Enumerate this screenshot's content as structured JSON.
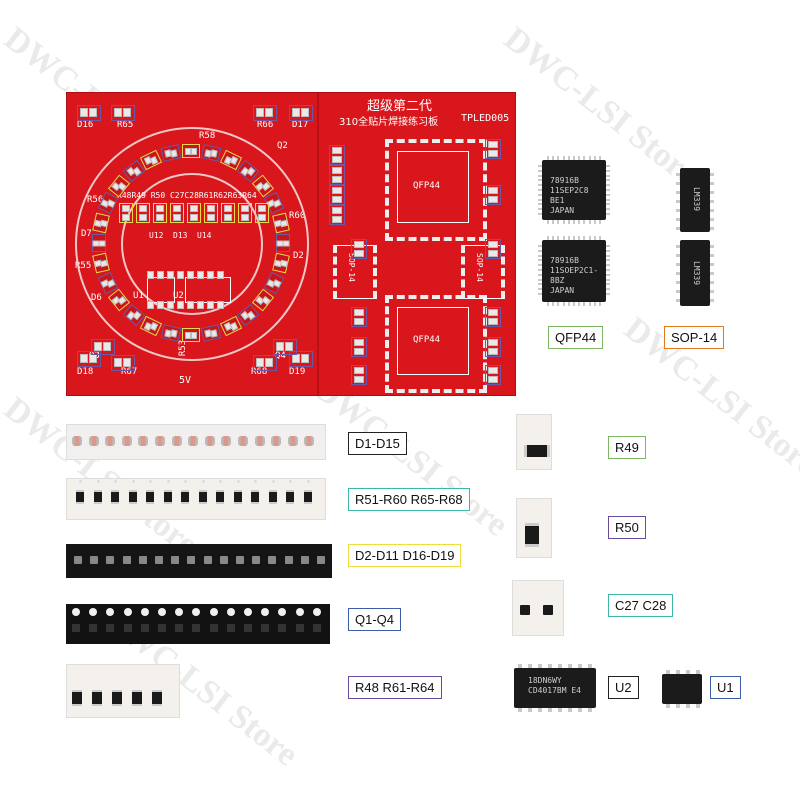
{
  "watermark": "DWC-LSI Store",
  "pcb": {
    "title_line1": "超级第二代",
    "title_line2": "310全贴片焊接练习板",
    "model": "TPLED005",
    "silk": {
      "d16": "D16",
      "r65": "R65",
      "r66": "R66",
      "d17": "D17",
      "r58": "R58",
      "q2": "Q2",
      "r56": "R56",
      "r60": "R60",
      "d7": "D7",
      "d2": "D2",
      "r55": "R55",
      "d6": "D6",
      "r53": "R53",
      "q3": "Q3",
      "q4": "Q4",
      "d18": "D18",
      "r67": "R67",
      "r68": "R68",
      "d19": "D19",
      "v5": "5V",
      "row": "R48R49 R50 C27C28R61R62R63R64",
      "u12": "U12",
      "d13": "D13",
      "u14": "U14",
      "u1": "U1",
      "u2": "U2",
      "qfp_top": "QFP44",
      "qfp_bottom": "QFP44",
      "sop_left": "SOP-14",
      "sop_right": "SOP-14"
    }
  },
  "chips": {
    "qfp_top_text": [
      "78916B",
      "11SEP2C8",
      "BE1",
      "JAPAN"
    ],
    "qfp_bottom_text": [
      "78916B",
      "11SOEP2C1-",
      "8BZ",
      "JAPAN"
    ],
    "sop_top_text": "LM339",
    "sop_bottom_text": "LM339",
    "u2_text": [
      "18DN6WY",
      "CD4017BM E4"
    ],
    "u1_text": ""
  },
  "labels": {
    "qfp44": "QFP44",
    "sop14": "SOP-14",
    "d1_d15": "D1-D15",
    "r51_r68": "R51-R60 R65-R68",
    "d2_d19": "D2-D11 D16-D19",
    "q1_q4": "Q1-Q4",
    "r48_r64": "R48 R61-R64",
    "r49": "R49",
    "r50": "R50",
    "c27_c28": "C27 C28",
    "u2": "U2",
    "u1": "U1"
  },
  "colors": {
    "pcb_red": "#d8161b",
    "label_green": "#7bb662",
    "label_purple": "#6a4a9a",
    "label_yellow": "#f0dc3a",
    "label_teal": "#3cb8a8",
    "label_blue": "#3b5ea8",
    "label_orange": "#e07a1f",
    "label_black": "#222222"
  }
}
